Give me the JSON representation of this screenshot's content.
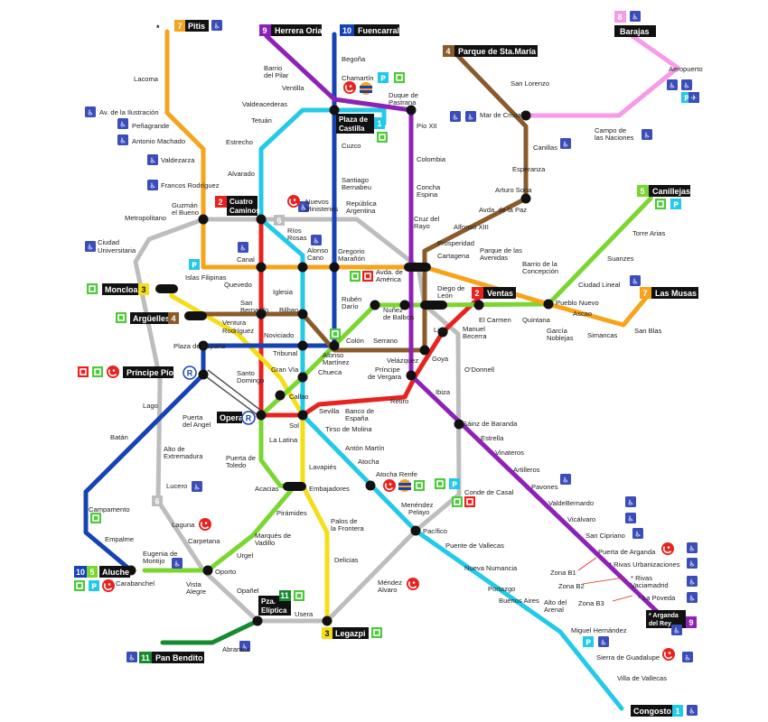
{
  "colors": {
    "l1": "#22c9e8",
    "l2": "#e8221e",
    "l3": "#f5dd17",
    "l4": "#8b5a2b",
    "l5": "#7ad630",
    "l6": "#bdbdbd",
    "l7": "#f7a31c",
    "l8": "#f79ae8",
    "l9": "#8e22b8",
    "l10": "#1643b4",
    "l11": "#158a2e",
    "r": "#555555",
    "wheelchair": "#3a4db8",
    "elevator": "#4fc83a",
    "renfe": "#e8221e",
    "parking": "#22c9e8"
  },
  "terminals": {
    "l7_pitis": "Pitis",
    "l9_herrera": "Herrera Oria",
    "l10_fuencarral": "Fuencarral",
    "l4_stamaria": "Parque de Sta.María",
    "l8_barajas": "Barajas",
    "l5_canillejas": "Canillejas",
    "l7_lasmusas": "Las Musas",
    "l2_ventas": "Ventas",
    "l1_castilla": "Plaza de Castilla",
    "l2_cuatro": "Cuatro Caminos",
    "l3_moncloa": "Moncloa",
    "l4_arguelles": "Argüelles",
    "l10_principe": "Príncipe Pío",
    "l2_opera": "Opera",
    "l11_eliptica": "Pza. Elíptica",
    "l3_legazpi": "Legazpi",
    "l11_bendito": "Pan Bendito",
    "l10_aluche": "Aluche",
    "l1_congosto": "Congosto",
    "l9_arganda": "Arganda del Rey"
  },
  "numbers": {
    "n1": "1",
    "n2": "2",
    "n3": "3",
    "n4": "4",
    "n5": "5",
    "n6": "6",
    "n7": "7",
    "n8": "8",
    "n9": "9",
    "n10": "10",
    "n11": "11",
    "r": "R"
  },
  "stations": {
    "lacoma": "Lacoma",
    "ilustracion": "Av. de la Ilustración",
    "penagrande": "Peñagrande",
    "machado": "Antonio Machado",
    "valdezarza": "Valdezarza",
    "francos": "Francos Rodríguez",
    "guzman": "Guzmán el Bueno",
    "metropolitano": "Metropolitano",
    "ciudad_univ": "Ciudad Universitaria",
    "islas": "Islas Filipinas",
    "canal": "Canal",
    "quevedo": "Quevedo",
    "san_bernardo": "San Bernardo",
    "ventura": "Ventura Rodríguez",
    "noviciado": "Noviciado",
    "plaza_espana": "Plaza de España",
    "santo_domingo": "Santo Domingo",
    "tribunal": "Tribunal",
    "gran_via": "Gran Vía",
    "callao": "Callao",
    "sol": "Sol",
    "barrio_pilar": "Barrio del Pilar",
    "ventilla": "Ventilla",
    "valdeacederas": "Valdeacederas",
    "tetuan": "Tetuán",
    "estrecho": "Estrecho",
    "alvarado": "Alvarado",
    "rios_rosas": "Ríos Rosas",
    "iglesia": "Iglesia",
    "bilbao": "Bilbao",
    "alonso_cano": "Alonso Cano",
    "nuevos_ministerios": "Nuevos Ministerios",
    "republica": "República Argentina",
    "begona": "Begoña",
    "chamartin": "Chamartín",
    "cuzco": "Cuzco",
    "bernabeu": "Santiago Bernabeu",
    "gregorio": "Gregorio Marañón",
    "ruben_dario": "Rubén Darío",
    "colon": "Colón",
    "alonso_martinez": "Alonso Martínez",
    "chueca": "Chueca",
    "duque": "Duque de Pastrana",
    "pio_xii": "Pío XII",
    "colombia": "Colombia",
    "concha": "Concha Espina",
    "cruz_rayo": "Cruz del Rayo",
    "prosperidad": "Prosperidad",
    "cartagena": "Cartagena",
    "av_america": "Avda. de América",
    "diego_leon": "Diego de León",
    "nunez": "Nuñez de Balboa",
    "serrano": "Serrano",
    "velazquez": "Velázquez",
    "principe_vergara": "Príncipe de Vergara",
    "retiro": "Retiro",
    "goya": "Goya",
    "lista": "Lista",
    "manuel_becerra": "Manuel Becerra",
    "odonnell": "O'Donnell",
    "ibiza": "Ibiza",
    "sainz": "Sáinz de Baranda",
    "estrella": "Estrella",
    "vinateros": "Vinateros",
    "artilleros": "Artilleros",
    "pavones": "Pavones",
    "valdebernardo": "ValdeBernardo",
    "vicalvaro": "Vicálvaro",
    "san_cipriano": "San Cipriano",
    "puerta_arganda": "Puerta de Arganda",
    "rivas_urb": "Rivas Urbanizaciones",
    "rivas_vacia": "Rivas Vaciamadrid",
    "la_poveda": "La Poveda",
    "zona_b1": "Zona B1",
    "zona_b2": "Zona B2",
    "zona_b3": "Zona B3",
    "san_lorenzo": "San Lorenzo",
    "mar_cristal": "Mar de Cristal",
    "canillas": "Canillas",
    "esperanza": "Esperanza",
    "arturo_soria": "Arturo Soria",
    "avda_paz": "Avda. de la Paz",
    "alfonso_xiii": "Alfonso XIII",
    "aeropuerto": "Aeropuerto",
    "campo_naciones": "Campo de las Naciones",
    "torre_arias": "Torre Arias",
    "suanzes": "Suanzes",
    "ciudad_lineal": "Ciudad Lineal",
    "pueblo_nuevo": "Pueblo Nuevo",
    "quintana": "Quintana",
    "el_carmen": "El Carmen",
    "parque_avenidas": "Parque de las Avenidas",
    "barrio_concepcion": "Barrio de la Concepción",
    "ascao": "Ascao",
    "garcia_noblejas": "García Noblejas",
    "simancas": "Simancas",
    "san_blas": "San Blas",
    "sevilla": "Sevilla",
    "banco_espana": "Banco de España",
    "tirso": "Tirso de Molina",
    "anton_martin": "Antón Martín",
    "atocha": "Atocha",
    "atocha_renfe": "Atocha Renfe",
    "menendez_pelayo": "Menéndez Pelayo",
    "pacifico": "Pacífico",
    "puente_vallecas": "Puente de Vallecas",
    "nueva_numancia": "Nueva Numancia",
    "portazgo": "Portazgo",
    "buenos_aires": "Buenos Aires",
    "alto_arenal": "Alto del Arenal",
    "miguel_hernandez": "Miguel Hernández",
    "sierra_guadalupe": "Sierra de Guadalupe",
    "villa_vallecas": "Villa de Vallecas",
    "conde_casal": "Conde de Casal",
    "mendez_alvaro": "Méndez Alvaro",
    "la_latina": "La Latina",
    "lavapies": "Lavapiés",
    "embajadores": "Embajadores",
    "acacias": "Acacias",
    "puerta_toledo": "Puerta de Toledo",
    "piramides": "Pirámides",
    "marques_vadillo": "Marqués de Vadillo",
    "palos": "Palos de la Frontera",
    "delicias": "Delicias",
    "urgel": "Urgel",
    "oporto": "Oporto",
    "opanel": "Opañel",
    "usera": "Usera",
    "abrantes": "Abrantes",
    "carpetana": "Carpetana",
    "laguna": "Laguna",
    "lucero": "Lucero",
    "alto_extremadura": "Alto de Extremadura",
    "puerta_angel": "Puerta del Angel",
    "lago": "Lago",
    "batan": "Batán",
    "campamento": "Campamento",
    "empalme": "Empalme",
    "eugenia": "Eugenia de Montijo",
    "carabanchel": "Carabanchel",
    "vista_alegre": "Vista Alegre"
  }
}
